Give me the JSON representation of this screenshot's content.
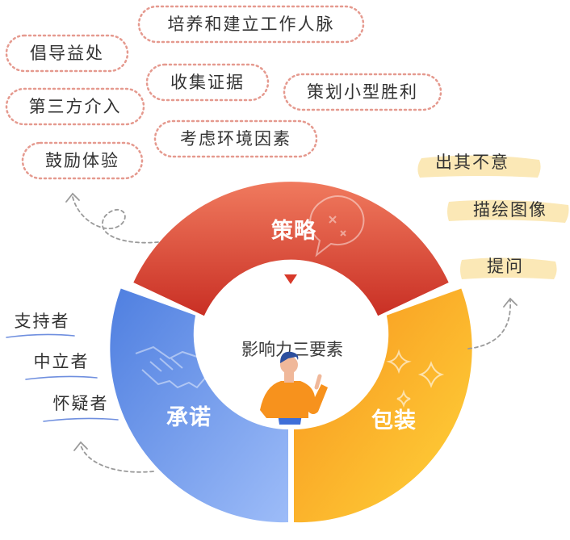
{
  "diagram": {
    "center_title": "影响力三要素",
    "segments": {
      "strategy": {
        "label": "策略",
        "color_start": "#f08060",
        "color_end": "#d8392a"
      },
      "commitment": {
        "label": "承诺",
        "color_start": "#5a8be6",
        "color_end": "#8eb1f6"
      },
      "packaging": {
        "label": "包装",
        "color_start": "#ffc22e",
        "color_end": "#f7961f"
      }
    },
    "strategy_tactics": [
      "培养和建立工作人脉",
      "倡导益处",
      "收集证据",
      "策划小型胜利",
      "第三方介入",
      "考虑环境因素",
      "鼓励体验"
    ],
    "packaging_tactics": [
      "出其不意",
      "描绘图像",
      "提问"
    ],
    "commitment_audiences": [
      "支持者",
      "中立者",
      "怀疑者"
    ],
    "colors": {
      "bubble_border": "#e59a8f",
      "highlight": "#fbe8b6",
      "underline": "#6f8fdf",
      "arrow": "#9a9a9a"
    }
  }
}
